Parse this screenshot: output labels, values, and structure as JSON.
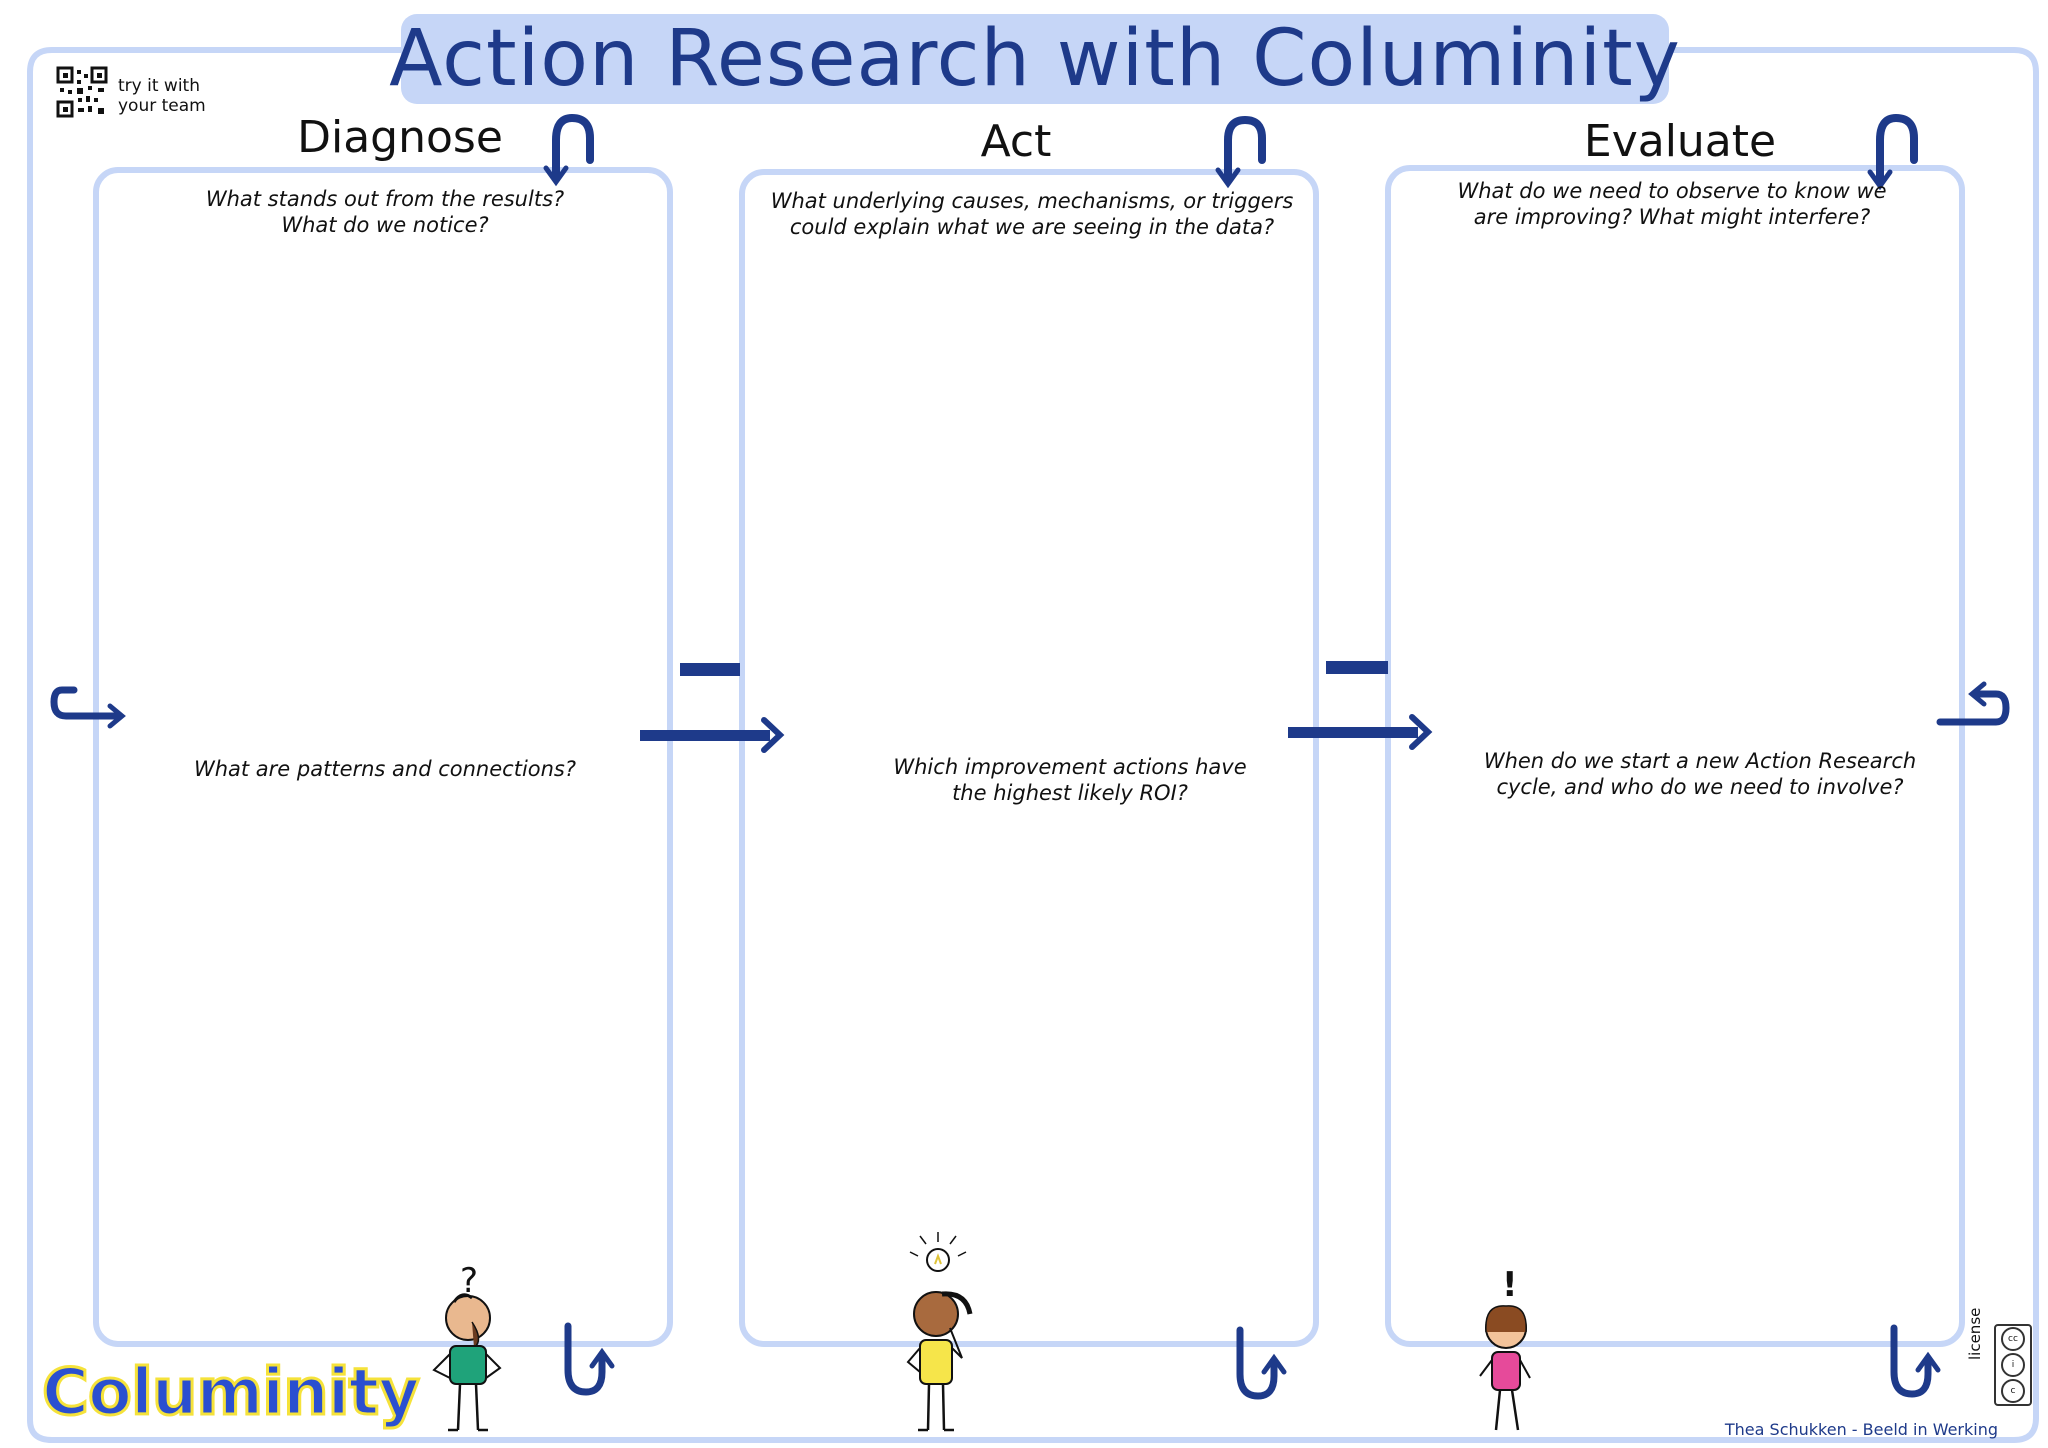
{
  "title": "Action Research with Columinity",
  "qr": {
    "caption_line1": "try it with",
    "caption_line2": "your team"
  },
  "columns": [
    {
      "heading": "Diagnose",
      "question_top_line1": "What stands out from the results?",
      "question_top_line2": "What do we notice?",
      "question_mid_line1": "What are patterns and connections?",
      "question_mid_line2": ""
    },
    {
      "heading": "Act",
      "question_top_line1": "What underlying causes, mechanisms, or triggers",
      "question_top_line2": "could explain what we are seeing in the data?",
      "question_mid_line1": "Which improvement actions have",
      "question_mid_line2": "the highest likely ROI?"
    },
    {
      "heading": "Evaluate",
      "question_top_line1": "What do we need to observe to know we",
      "question_top_line2": "are improving? What might interfere?",
      "question_mid_line1": "When do we start a new Action Research",
      "question_mid_line2": "cycle, and who do we need to involve?"
    }
  ],
  "figures": {
    "diagnose_symbol": "?",
    "evaluate_symbol": "!"
  },
  "logo": "Columinity",
  "license_label": "license",
  "credit": "Thea Schukken - Beeld in Werking",
  "colors": {
    "frame": "#c6d6f7",
    "arrow": "#1e3a8a",
    "shirt_green": "#1fa37a",
    "shirt_yellow": "#f6e54a",
    "shirt_pink": "#e64a9a"
  },
  "icons": [
    "qr-code-icon",
    "curved-arrow-icon",
    "right-arrow-icon",
    "lightbulb-icon",
    "cc-license-icon"
  ]
}
